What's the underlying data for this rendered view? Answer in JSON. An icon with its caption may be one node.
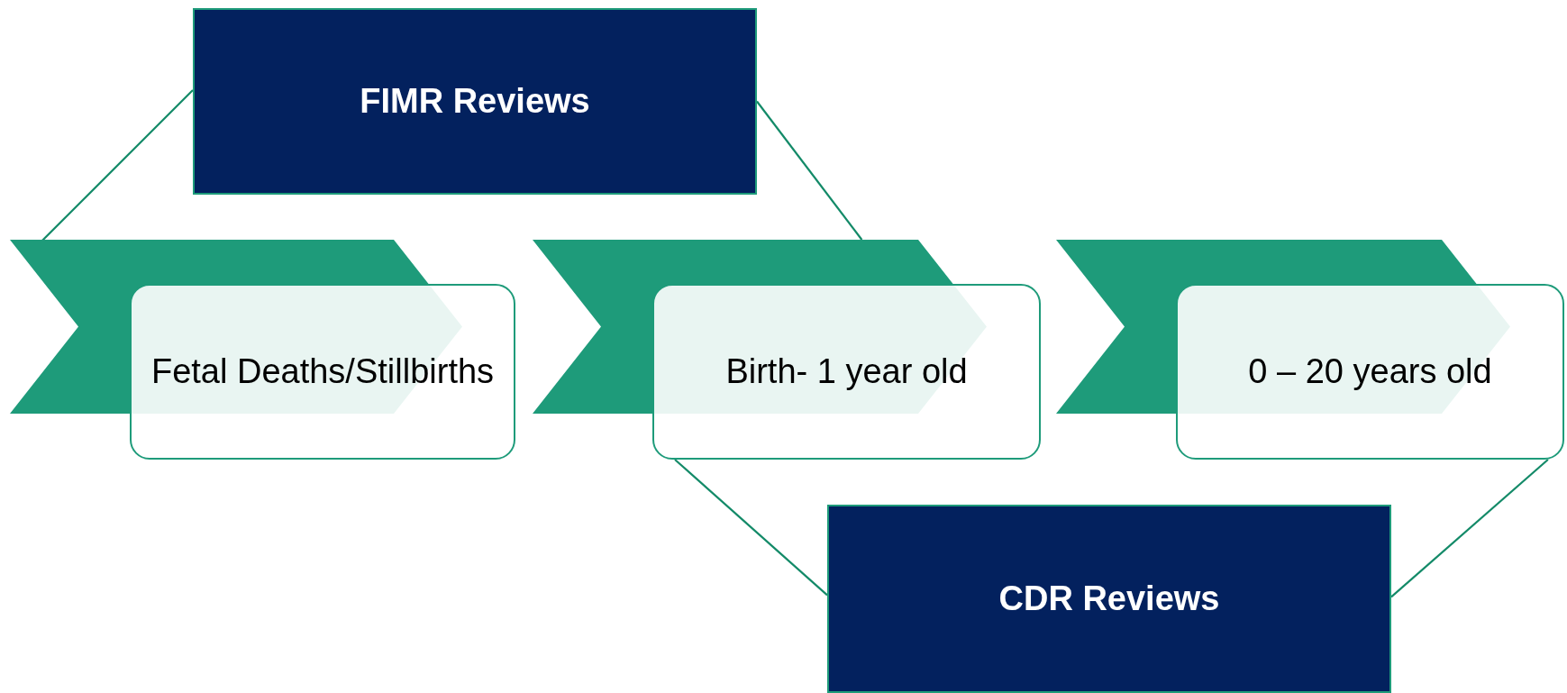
{
  "diagram": {
    "nodes": [
      {
        "text": [
          "FIMR Reviews"
        ]
      },
      {
        "text": [],
        "shape": "chevron"
      },
      {
        "text": [
          "Fetal Deaths/Stillbirths"
        ]
      },
      {
        "text": [],
        "shape": "chevron"
      },
      {
        "text": [
          "Birth- 1 year old"
        ]
      },
      {
        "text": [],
        "shape": "chevron"
      },
      {
        "text": [
          "0 – 20 years old"
        ]
      },
      {
        "text": [
          "CDR Reviews"
        ]
      }
    ],
    "edges": [
      {
        "from": 0,
        "to": 1,
        "arrow": "none"
      },
      {
        "from": 0,
        "to": 3,
        "arrow": "none"
      },
      {
        "from": 7,
        "to": 4,
        "arrow": "none"
      },
      {
        "from": 7,
        "to": 6,
        "arrow": "none"
      }
    ]
  }
}
